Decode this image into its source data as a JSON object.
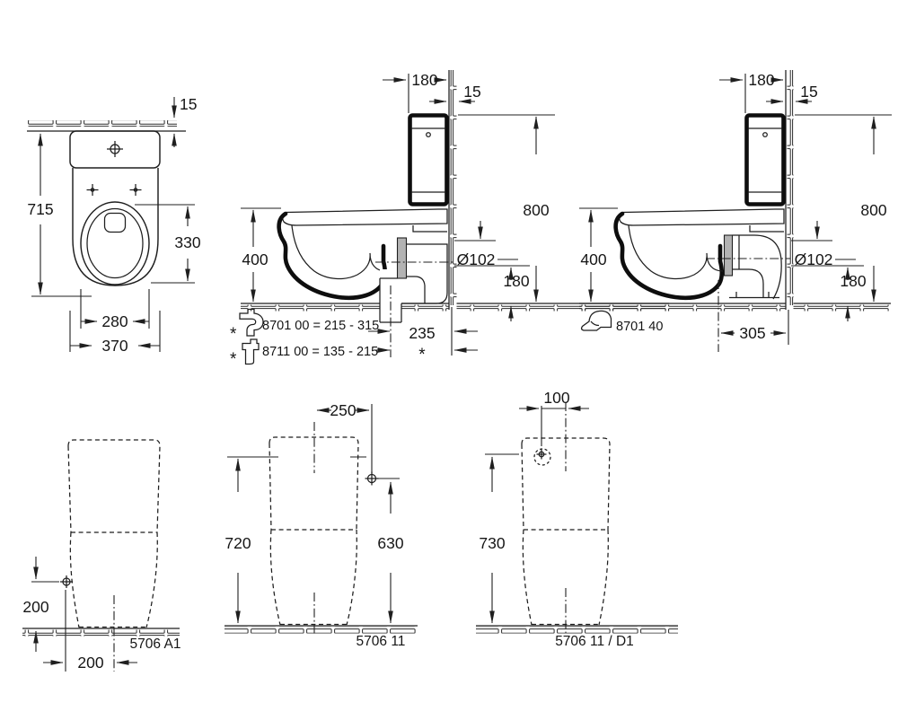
{
  "drawing_type": "sanitary-ware dimension drawing, close-coupled WC",
  "views": {
    "front": {
      "dims": {
        "wall": "15",
        "height": "715",
        "seat_depth": "330",
        "seat_width": "280",
        "width": "370"
      }
    },
    "side_vario": {
      "dims": {
        "cistern": "180",
        "wall": "15",
        "height": "800",
        "bowl": "400",
        "dia": "Ø102",
        "outlet_h": "180",
        "to_wall": "235",
        "star": "*"
      },
      "notes": [
        {
          "star": "*",
          "label": "8701 00  = 215 - 315"
        },
        {
          "star": "*",
          "label": "8711 00  = 135 - 215"
        }
      ]
    },
    "side_floor": {
      "dims": {
        "cistern": "180",
        "wall": "15",
        "height": "800",
        "bowl": "400",
        "dia": "Ø102",
        "outlet_h": "180",
        "to_wall": "305"
      },
      "note": "8701 40"
    },
    "rear_a1": {
      "dims": {
        "inlet_height": "200",
        "inlet_offset": "200"
      },
      "model": "5706 A1"
    },
    "rear_11": {
      "dims": {
        "inlet_offset": "250",
        "body_height": "720",
        "inlet_height": "630"
      },
      "model": "5706 11"
    },
    "rear_d1": {
      "dims": {
        "inlet_offset": "100",
        "inlet_height": "730"
      },
      "model": "5706 11 / D1"
    }
  }
}
